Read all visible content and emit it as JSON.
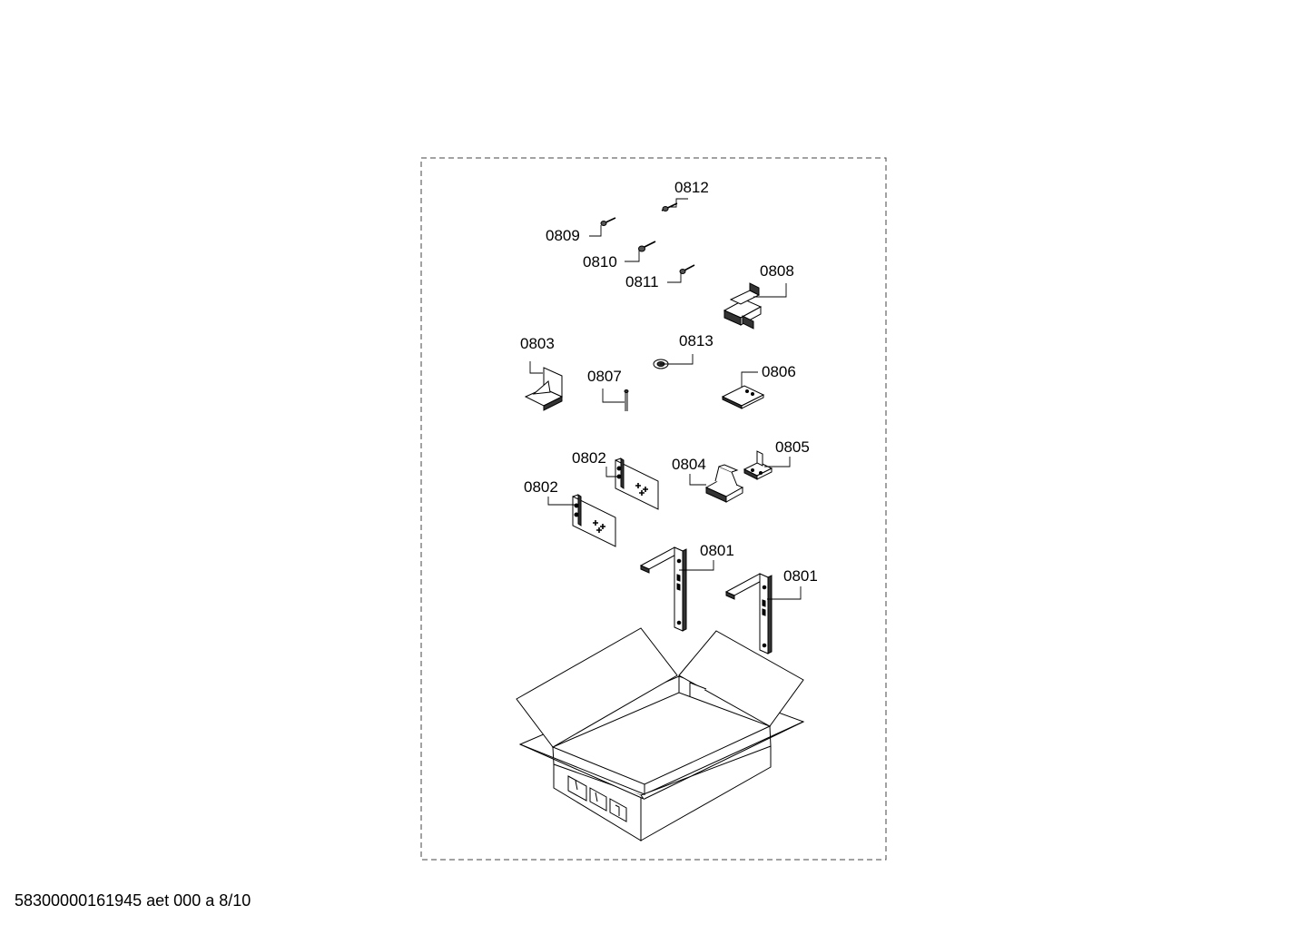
{
  "diagram": {
    "parts": [
      {
        "id": "p0812",
        "label": "0812"
      },
      {
        "id": "p0809",
        "label": "0809"
      },
      {
        "id": "p0810",
        "label": "0810"
      },
      {
        "id": "p0811",
        "label": "0811"
      },
      {
        "id": "p0808",
        "label": "0808"
      },
      {
        "id": "p0803",
        "label": "0803"
      },
      {
        "id": "p0813",
        "label": "0813"
      },
      {
        "id": "p0807",
        "label": "0807"
      },
      {
        "id": "p0806",
        "label": "0806"
      },
      {
        "id": "p0802a",
        "label": "0802"
      },
      {
        "id": "p0802b",
        "label": "0802"
      },
      {
        "id": "p0804",
        "label": "0804"
      },
      {
        "id": "p0805",
        "label": "0805"
      },
      {
        "id": "p0801a",
        "label": "0801"
      },
      {
        "id": "p0801b",
        "label": "0801"
      }
    ]
  },
  "footer": "58300000161945 aet 000 a 8/10"
}
